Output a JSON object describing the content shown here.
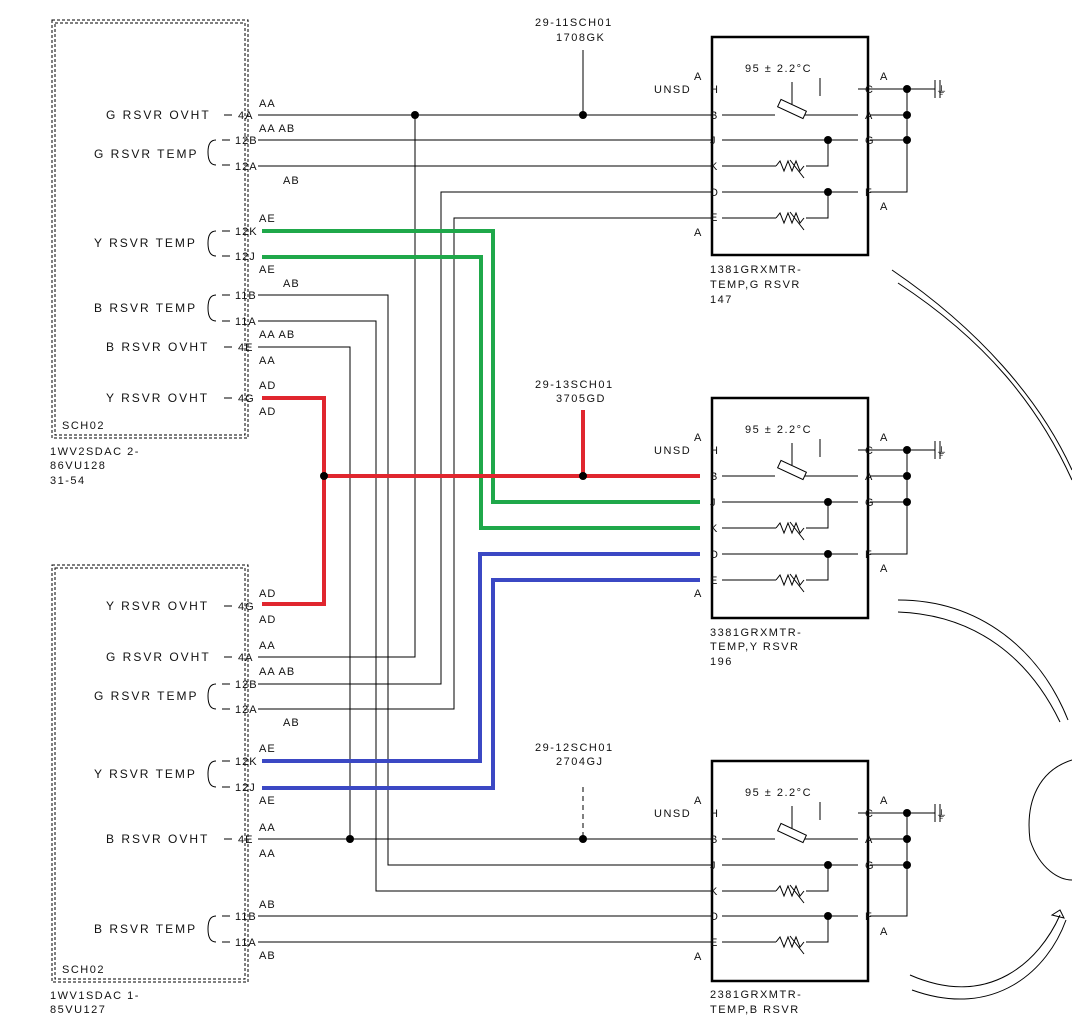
{
  "colors": {
    "green": "#1fa84a",
    "red": "#e0262e",
    "blue": "#3b48c4",
    "line": "#000000"
  },
  "sdac_top": {
    "ref1": "SCH02",
    "ref2": "1WV2SDAC 2-",
    "ref3": "86VU128",
    "ref4": "31-54",
    "rows": [
      {
        "signal": "G RSVR OVHT",
        "pin": "4A",
        "code": "AA"
      },
      {
        "signal": "G RSVR TEMP",
        "pin": "12B",
        "code": "AA AB"
      },
      {
        "signal": "",
        "pin": "12A",
        "code": "AB"
      },
      {
        "signal": "Y RSVR TEMP",
        "pin": "12K",
        "code": "AE"
      },
      {
        "signal": "",
        "pin": "12J",
        "code": "AE"
      },
      {
        "signal": "B RSVR TEMP",
        "pin": "11B",
        "code": "AB"
      },
      {
        "signal": "",
        "pin": "11A",
        "code": "AA AB"
      },
      {
        "signal": "B RSVR OVHT",
        "pin": "4E",
        "code": "AA"
      },
      {
        "signal": "Y RSVR OVHT",
        "pin": "4G",
        "code": "AD"
      }
    ],
    "extra_code": "AD"
  },
  "sdac_bottom": {
    "ref1": "SCH02",
    "ref2": "1WV1SDAC 1-",
    "ref3": "85VU127",
    "rows": [
      {
        "signal": "Y RSVR OVHT",
        "pin": "4G",
        "code": "AD"
      },
      {
        "signal": "G RSVR OVHT",
        "pin": "4A",
        "code": "AA"
      },
      {
        "signal": "G RSVR TEMP",
        "pin": "12B",
        "code": "AA AB"
      },
      {
        "signal": "",
        "pin": "12A",
        "code": "AB"
      },
      {
        "signal": "Y RSVR TEMP",
        "pin": "12K",
        "code": "AE"
      },
      {
        "signal": "",
        "pin": "12J",
        "code": "AE"
      },
      {
        "signal": "B RSVR OVHT",
        "pin": "4E",
        "code": "AA"
      },
      {
        "signal": "B RSVR TEMP",
        "pin": "11B",
        "code": "AB"
      },
      {
        "signal": "",
        "pin": "11A",
        "code": "AB"
      }
    ],
    "extra_code_top": "AD",
    "extra_code_bottom": "AA"
  },
  "xmtr": [
    {
      "ref_line1": "1381GRXMTR-",
      "ref_line2": "TEMP,G RSVR",
      "ref_line3": "147",
      "sheet": "29-11SCH01",
      "zone": "1708GK",
      "temp": "95 ± 2.2°C"
    },
    {
      "ref_line1": "3381GRXMTR-",
      "ref_line2": "TEMP,Y RSVR",
      "ref_line3": "196",
      "sheet": "29-13SCH01",
      "zone": "3705GD",
      "temp": "95 ± 2.2°C"
    },
    {
      "ref_line1": "2381GRXMTR-",
      "ref_line2": "TEMP,B RSVR",
      "ref_line3": "",
      "sheet": "29-12SCH01",
      "zone": "2704GJ",
      "temp": "95 ± 2.2°C"
    }
  ],
  "xmtr_pins_left": [
    "H",
    "B",
    "J",
    "K",
    "D",
    "E"
  ],
  "xmtr_pins_right": [
    "C",
    "A",
    "G",
    "F"
  ],
  "xmtr_codes": {
    "unsd": "UNSD",
    "a": "A"
  },
  "ground_symbol": "⏚"
}
